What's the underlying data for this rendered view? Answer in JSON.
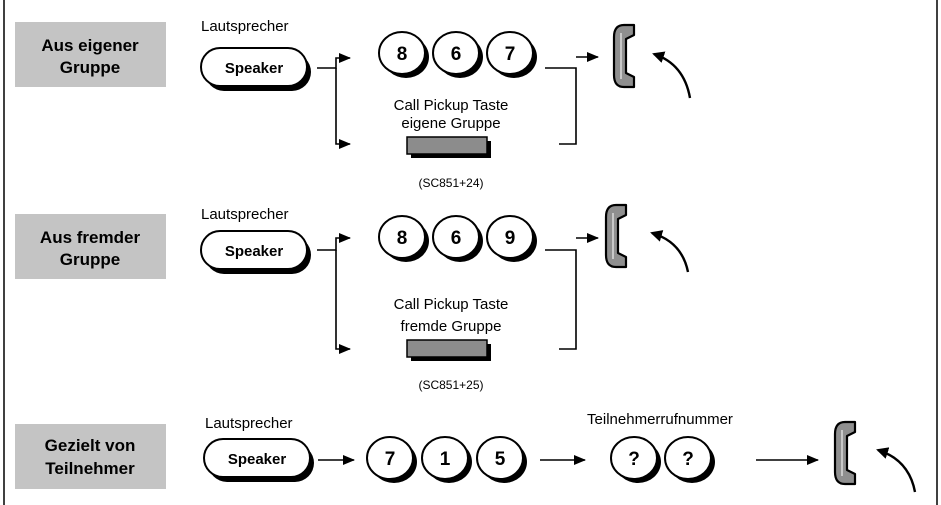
{
  "rows": [
    {
      "title_lines": [
        "Aus eigener",
        "Gruppe"
      ],
      "speaker_caption": "Lautsprecher",
      "speaker_key": "Speaker",
      "digits": [
        "8",
        "6",
        "7"
      ],
      "pickup_lines": [
        "Call Pickup Taste",
        "eigene Gruppe"
      ],
      "code": "(SC851+24)"
    },
    {
      "title_lines": [
        "Aus fremder",
        "Gruppe"
      ],
      "speaker_caption": "Lautsprecher",
      "speaker_key": "Speaker",
      "digits": [
        "8",
        "6",
        "9"
      ],
      "pickup_lines": [
        "Call Pickup Taste",
        "fremde Gruppe"
      ],
      "code": "(SC851+25)"
    },
    {
      "title_lines": [
        "Gezielt von",
        "Teilnehmer"
      ],
      "speaker_caption": "Lautsprecher",
      "speaker_key": "Speaker",
      "digits": [
        "7",
        "1",
        "5"
      ],
      "number_caption": "Teilnehmerrufnummer",
      "number_keys": [
        "?",
        "?"
      ]
    }
  ]
}
